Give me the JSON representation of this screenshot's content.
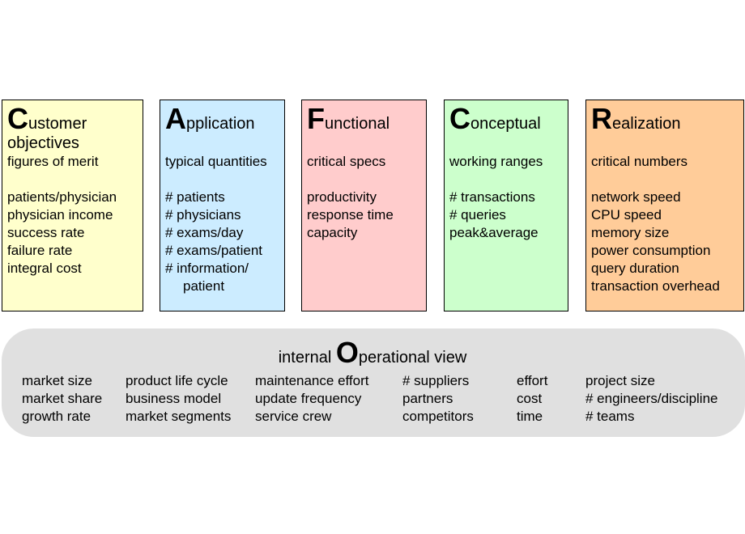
{
  "boxes": [
    {
      "id": "customer",
      "initial": "C",
      "rest": "ustomer",
      "title_line2": "objectives",
      "subtitle": "figures of merit",
      "items": [
        "patients/physician",
        "physician income",
        "success rate",
        "failure rate",
        "integral cost"
      ],
      "color": "#FFFFCC"
    },
    {
      "id": "application",
      "initial": "A",
      "rest": "pplication",
      "title_line2": "",
      "subtitle": "typical quantities",
      "items": [
        "# patients",
        "# physicians",
        "# exams/day",
        "# exams/patient",
        "# information/",
        "patient"
      ],
      "color": "#CCECFF"
    },
    {
      "id": "functional",
      "initial": "F",
      "rest": "unctional",
      "title_line2": "",
      "subtitle": "critical specs",
      "items": [
        "productivity",
        "response time",
        "capacity"
      ],
      "color": "#FFCCCC"
    },
    {
      "id": "conceptual",
      "initial": "C",
      "rest": "onceptual",
      "title_line2": "",
      "subtitle": "working ranges",
      "items": [
        "# transactions",
        "# queries",
        "peak&average"
      ],
      "color": "#CCFFCC"
    },
    {
      "id": "realization",
      "initial": "R",
      "rest": "ealization",
      "title_line2": "",
      "subtitle": "critical numbers",
      "items": [
        "network speed",
        "CPU speed",
        "memory size",
        "power consumption",
        "query duration",
        "transaction overhead"
      ],
      "color": "#FFCC99"
    }
  ],
  "operational": {
    "prefix": "internal ",
    "initial": "O",
    "rest": "perational view",
    "color": "#E0E0E0",
    "columns": [
      [
        "market size",
        "market share",
        "growth rate"
      ],
      [
        "product life cycle",
        "business model",
        "market segments"
      ],
      [
        "maintenance effort",
        "update frequency",
        "service crew"
      ],
      [
        "# suppliers",
        "partners",
        "competitors"
      ],
      [
        "effort",
        "cost",
        "time"
      ],
      [
        "project size",
        "# engineers/discipline",
        "# teams"
      ]
    ]
  }
}
